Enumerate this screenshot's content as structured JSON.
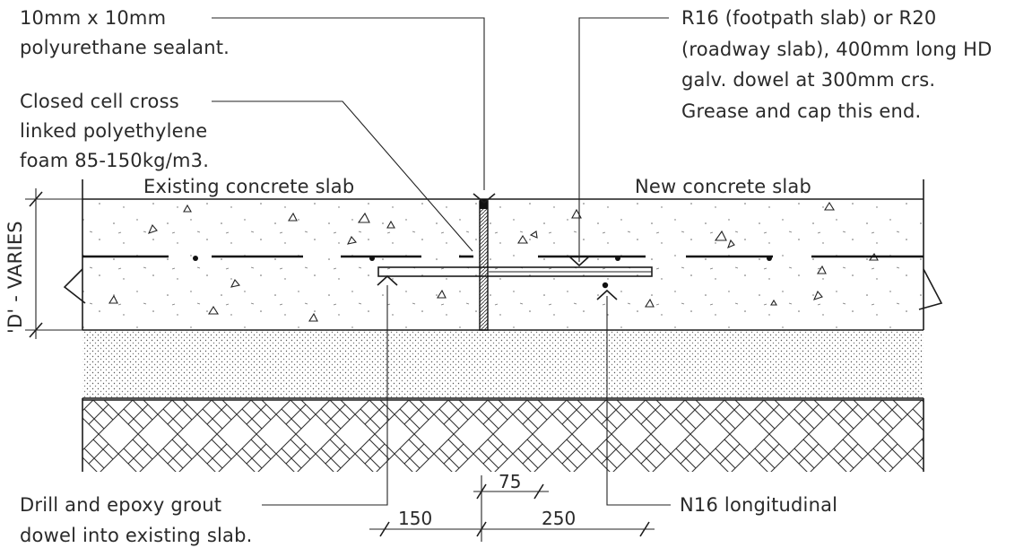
{
  "labels": {
    "sealant_1": "10mm x 10mm",
    "sealant_2": "polyurethane sealant.",
    "foam_1": "Closed cell cross",
    "foam_2": "linked polyethylene",
    "foam_3": "foam 85-150kg/m3.",
    "dowel_1": "R16 (footpath slab) or R20",
    "dowel_2": "(roadway slab), 400mm long HD",
    "dowel_3": "galv. dowel at 300mm crs.",
    "dowel_4": "Grease and cap this end.",
    "existing_slab": "Existing concrete slab",
    "new_slab": "New concrete slab",
    "depth": "'D' - VARIES",
    "drill_1": "Drill and epoxy grout",
    "drill_2": "dowel into existing slab.",
    "n16": "N16 longitudinal"
  },
  "dimensions": {
    "d150": "150",
    "d250": "250",
    "d75": "75"
  },
  "colors": {
    "ink": "#1c1c1c",
    "background": "#ffffff"
  }
}
